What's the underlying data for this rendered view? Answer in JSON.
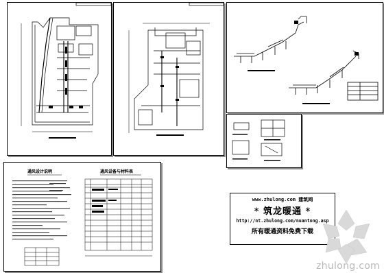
{
  "stamp": {
    "website": "www.zhulong.com 建筑网",
    "brand": "* 筑龙暖通 *",
    "url": "http://nt.zhulong.com/nuantong.asp",
    "tagline": "所有暖通资料免费下载"
  },
  "design_notes": {
    "title": "通风设计说明"
  },
  "equipment_table": {
    "title": "通风设备与材料表"
  },
  "watermark": {
    "text": "zhulong.com"
  }
}
